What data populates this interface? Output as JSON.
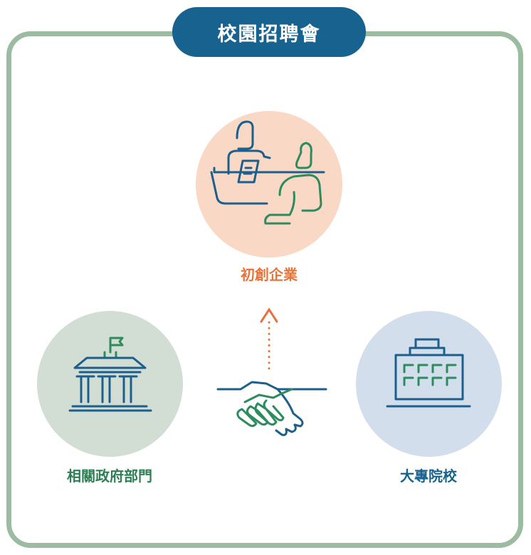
{
  "title": "校園招聘會",
  "nodes": {
    "startup": {
      "label": "初創企業",
      "icon": "interview-icon"
    },
    "government": {
      "label": "相關政府部門",
      "icon": "government-building-icon"
    },
    "university": {
      "label": "大專院校",
      "icon": "campus-building-icon"
    }
  },
  "connector": {
    "icon": "handshake-icon",
    "arrow": "dotted-up-arrow"
  },
  "colors": {
    "title_bg": "#17628f",
    "frame": "#9cbca2",
    "startup_circle": "#f9d8c5",
    "gov_circle": "#d2ded4",
    "uni_circle": "#d3deed",
    "startup_text": "#e8733a",
    "gov_text": "#2e7f56",
    "uni_text": "#17628f",
    "icon_green": "#2e8b5e",
    "icon_blue": "#1d5f8c",
    "icon_orange": "#e8733a"
  }
}
